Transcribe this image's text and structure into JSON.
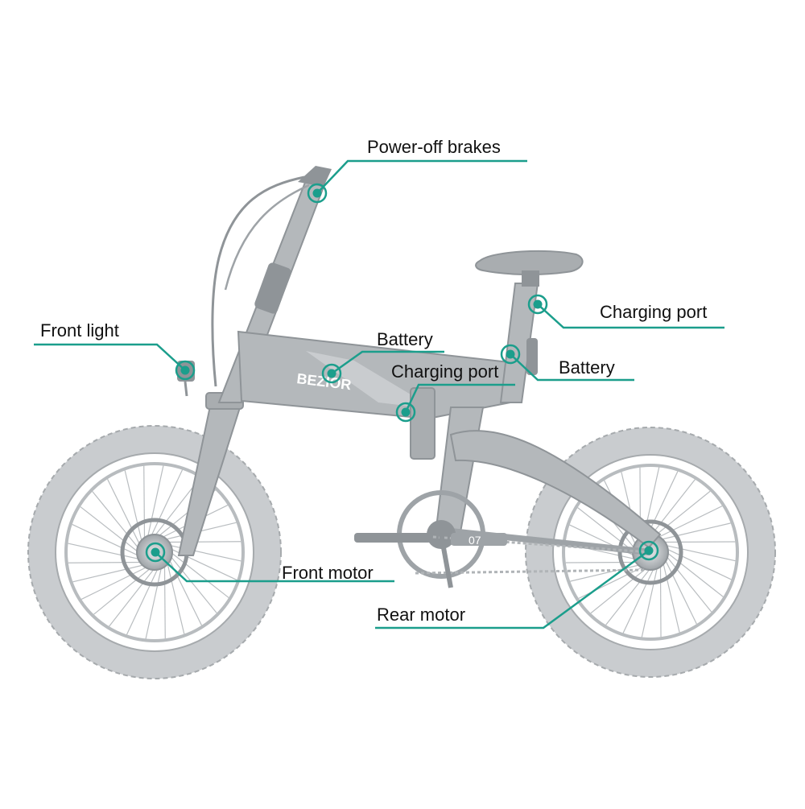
{
  "colors": {
    "accent": "#1b9e8c",
    "frame": "#b4b8bb",
    "frame_dark": "#8f9498",
    "tire": "#c9cccf",
    "tire_edge": "#a6aaad",
    "background": "#ffffff"
  },
  "brand": {
    "frame_logo": "BEZIOR",
    "crank_mark": "07"
  },
  "callouts": [
    {
      "id": "power-off-brakes",
      "label": "Power-off brakes",
      "target": "brake-lever"
    },
    {
      "id": "charging-port-seatpost",
      "label": "Charging port",
      "target": "seat-post"
    },
    {
      "id": "front-light",
      "label": "Front light",
      "target": "headlight"
    },
    {
      "id": "battery-frame",
      "label": "Battery",
      "target": "frame-tube"
    },
    {
      "id": "charging-port-frame",
      "label": "Charging port",
      "target": "frame-tube"
    },
    {
      "id": "battery-seatpost",
      "label": "Battery",
      "target": "seat-post"
    },
    {
      "id": "front-motor",
      "label": "Front motor",
      "target": "front-hub"
    },
    {
      "id": "rear-motor",
      "label": "Rear motor",
      "target": "rear-hub"
    }
  ]
}
